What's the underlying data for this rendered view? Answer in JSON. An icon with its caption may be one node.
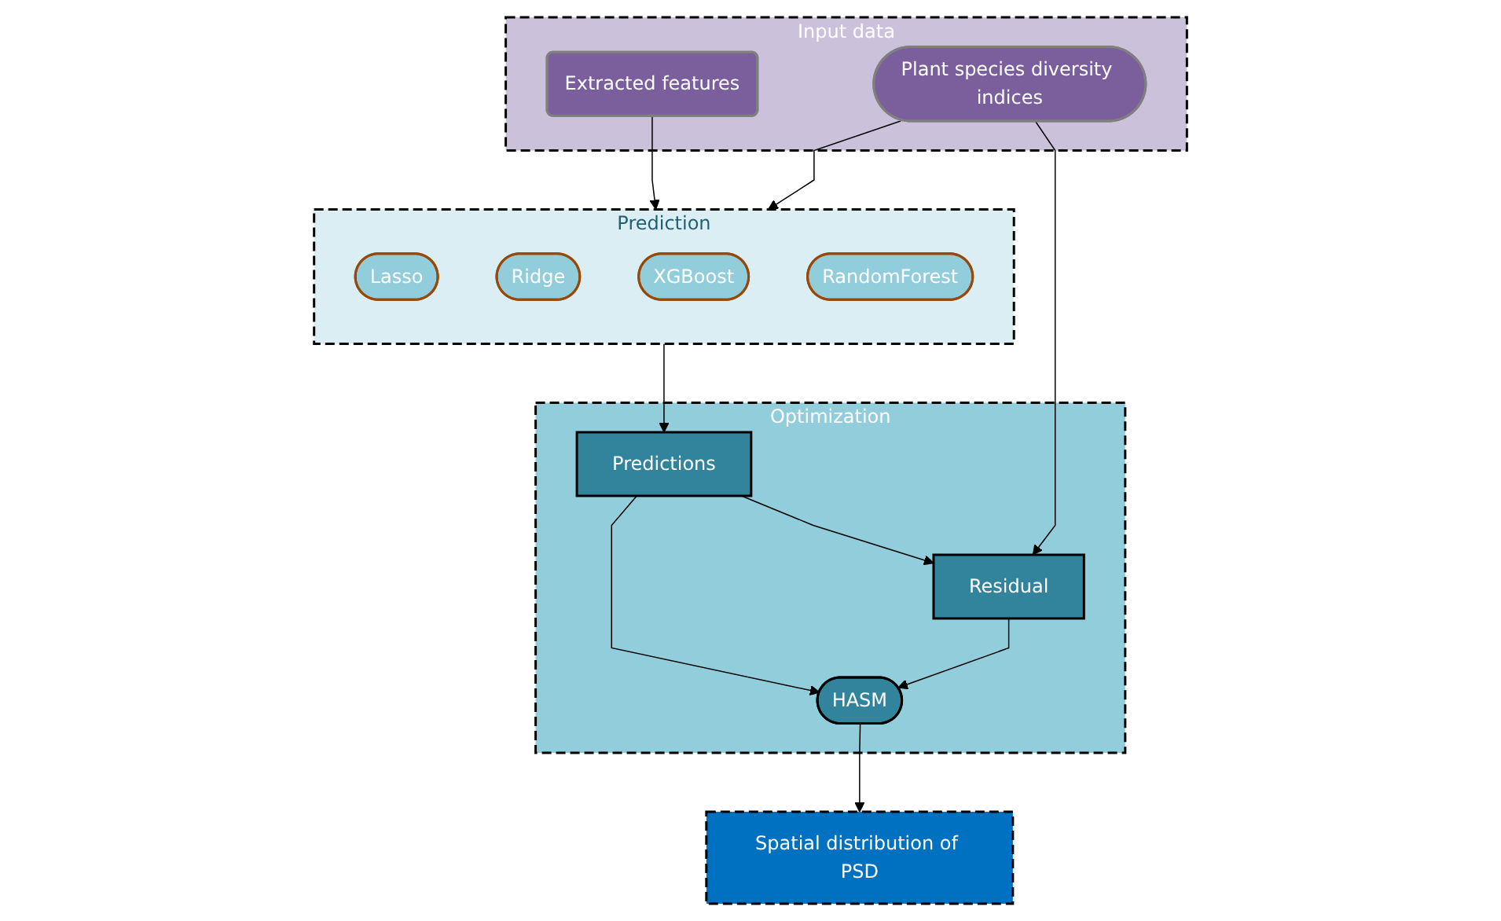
{
  "diagram": {
    "nodes": [
      {
        "text": [
          "Input data"
        ]
      },
      {
        "text": [
          "Extracted features"
        ],
        "in": 0
      },
      {
        "text": [
          "Plant species diversity indices"
        ],
        "in": 0
      },
      {
        "text": [
          "Prediction"
        ]
      },
      {
        "text": [
          "Lasso"
        ],
        "in": 3
      },
      {
        "text": [
          "Ridge"
        ],
        "in": 3
      },
      {
        "text": [
          "XGBoost"
        ],
        "in": 3
      },
      {
        "text": [
          "RandomForest"
        ],
        "in": 3
      },
      {
        "text": [
          "Optimization"
        ]
      },
      {
        "text": [
          "Predictions"
        ],
        "in": 8
      },
      {
        "text": [
          "Residual"
        ],
        "in": 8
      },
      {
        "text": [
          "HASM"
        ],
        "in": 8
      },
      {
        "text": [
          "Spatial distribution of PSD"
        ]
      }
    ],
    "edges": [
      {
        "from": 1,
        "to": 3,
        "arrow": "to"
      },
      {
        "from": 2,
        "to": 3,
        "arrow": "to"
      },
      {
        "from": 2,
        "to": 10,
        "arrow": "to"
      },
      {
        "from": 3,
        "to": 9,
        "arrow": "to"
      },
      {
        "from": 9,
        "to": 10,
        "arrow": "to"
      },
      {
        "from": 9,
        "to": 11,
        "arrow": "to"
      },
      {
        "from": 10,
        "to": 11,
        "arrow": "to"
      },
      {
        "from": 11,
        "to": 12,
        "arrow": "to"
      }
    ]
  }
}
